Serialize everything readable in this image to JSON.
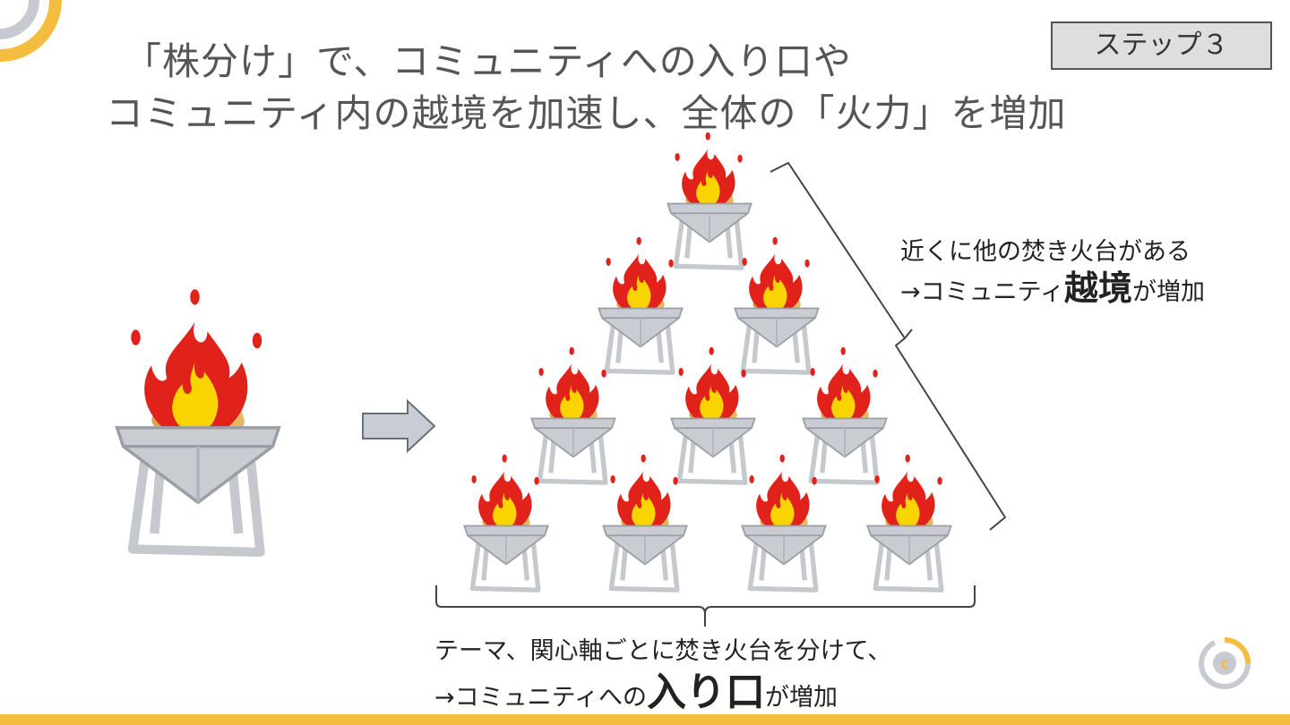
{
  "title": {
    "line1": "「株分け」で、コミュニティへの入り口や",
    "line2": "コミュニティ内の越境を加速し、全体の「火力」を増加"
  },
  "step_label": "ステップ３",
  "right_note": {
    "line1": "近くに他の焚き火台がある",
    "line2_pre": "→コミュニティ",
    "line2_bold": "越境",
    "line2_post": "が増加"
  },
  "bottom_note": {
    "line1": "テーマ、関心軸ごとに焚き火台を分けて、",
    "line2_pre": "→コミュニティへの",
    "line2_bold": "入り口",
    "line2_post": "が増加"
  },
  "colors": {
    "accent": "#f5bd3f",
    "flame_red": "#e0221b",
    "flame_yellow": "#f9d400",
    "bowl": "#c9ccd1"
  },
  "icons": [
    "bonfire-icon",
    "right-arrow-icon",
    "bracket-icon",
    "logo-icon"
  ]
}
